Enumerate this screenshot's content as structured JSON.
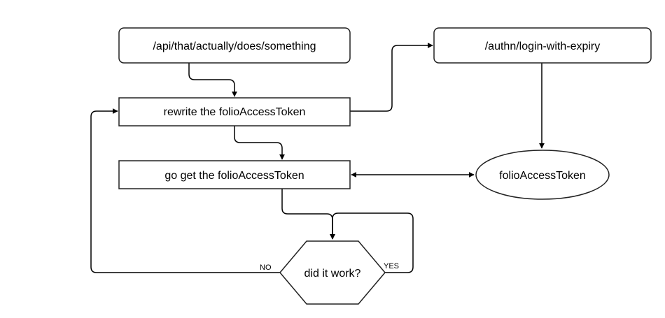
{
  "diagram": {
    "nodes": {
      "api_endpoint": {
        "label": "/api/that/actually/does/something",
        "shape": "rounded-rect"
      },
      "login_endpoint": {
        "label": "/authn/login-with-expiry",
        "shape": "rounded-rect"
      },
      "rewrite_token": {
        "label": "rewrite the folioAccessToken",
        "shape": "rect"
      },
      "get_token": {
        "label": "go get the folioAccessToken",
        "shape": "rect"
      },
      "token_store": {
        "label": "folioAccessToken",
        "shape": "ellipse"
      },
      "decision": {
        "label": "did it work?",
        "shape": "hexagon"
      }
    },
    "edges": [
      {
        "from": "api_endpoint",
        "to": "rewrite_token",
        "label": ""
      },
      {
        "from": "rewrite_token",
        "to": "login_endpoint",
        "label": ""
      },
      {
        "from": "login_endpoint",
        "to": "token_store",
        "label": ""
      },
      {
        "from": "rewrite_token",
        "to": "get_token",
        "label": ""
      },
      {
        "from": "get_token",
        "to": "token_store",
        "label": "",
        "bidirectional": true
      },
      {
        "from": "get_token",
        "to": "decision",
        "label": ""
      },
      {
        "from": "decision",
        "to": "decision",
        "label": "YES"
      },
      {
        "from": "decision",
        "to": "rewrite_token",
        "label": "NO"
      }
    ],
    "colors": {
      "stroke": "#222222",
      "fill": "#ffffff",
      "text": "#000000"
    }
  }
}
